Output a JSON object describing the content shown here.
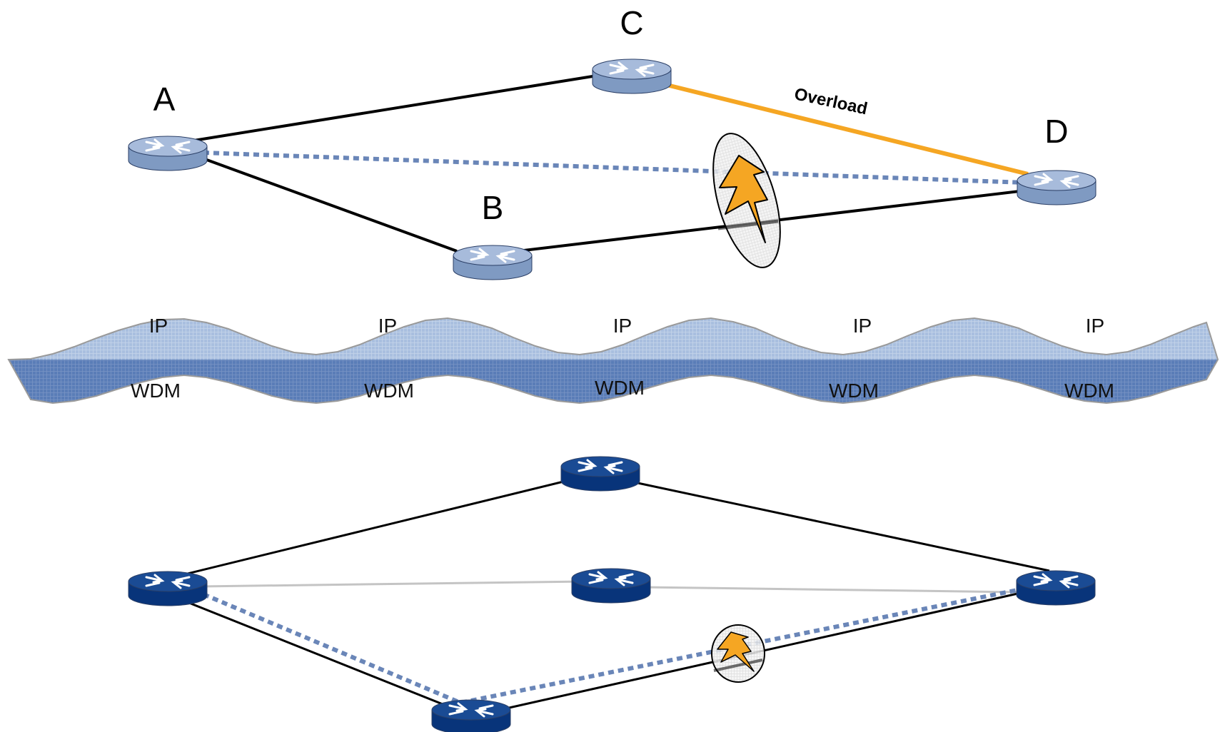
{
  "upper_network": {
    "nodes": {
      "A": "A",
      "B": "B",
      "C": "C",
      "D": "D"
    },
    "overload_label": "Overload",
    "colors": {
      "router_body": "#7f9ac2",
      "router_top": "#a7bbdb",
      "link": "#000000",
      "overload_link": "#f5a623",
      "backup_path": "#6a86b8",
      "bolt": "#f5a623"
    }
  },
  "layer_band": {
    "ip_labels": [
      "IP",
      "IP",
      "IP",
      "IP",
      "IP"
    ],
    "wdm_labels": [
      "WDM",
      "WDM",
      "WDM",
      "WDM",
      "WDM"
    ],
    "colors": {
      "ip": "#a9bfdf",
      "wdm": "#5a7db7",
      "outline": "#9a9a9a"
    }
  },
  "lower_network": {
    "colors": {
      "router_body": "#08347a",
      "router_top": "#1a4b94",
      "link": "#000000",
      "light_link": "#c4c4c4",
      "backup_path": "#6a86b8"
    }
  },
  "icons": [
    "router-icon",
    "lightning-bolt-icon"
  ]
}
